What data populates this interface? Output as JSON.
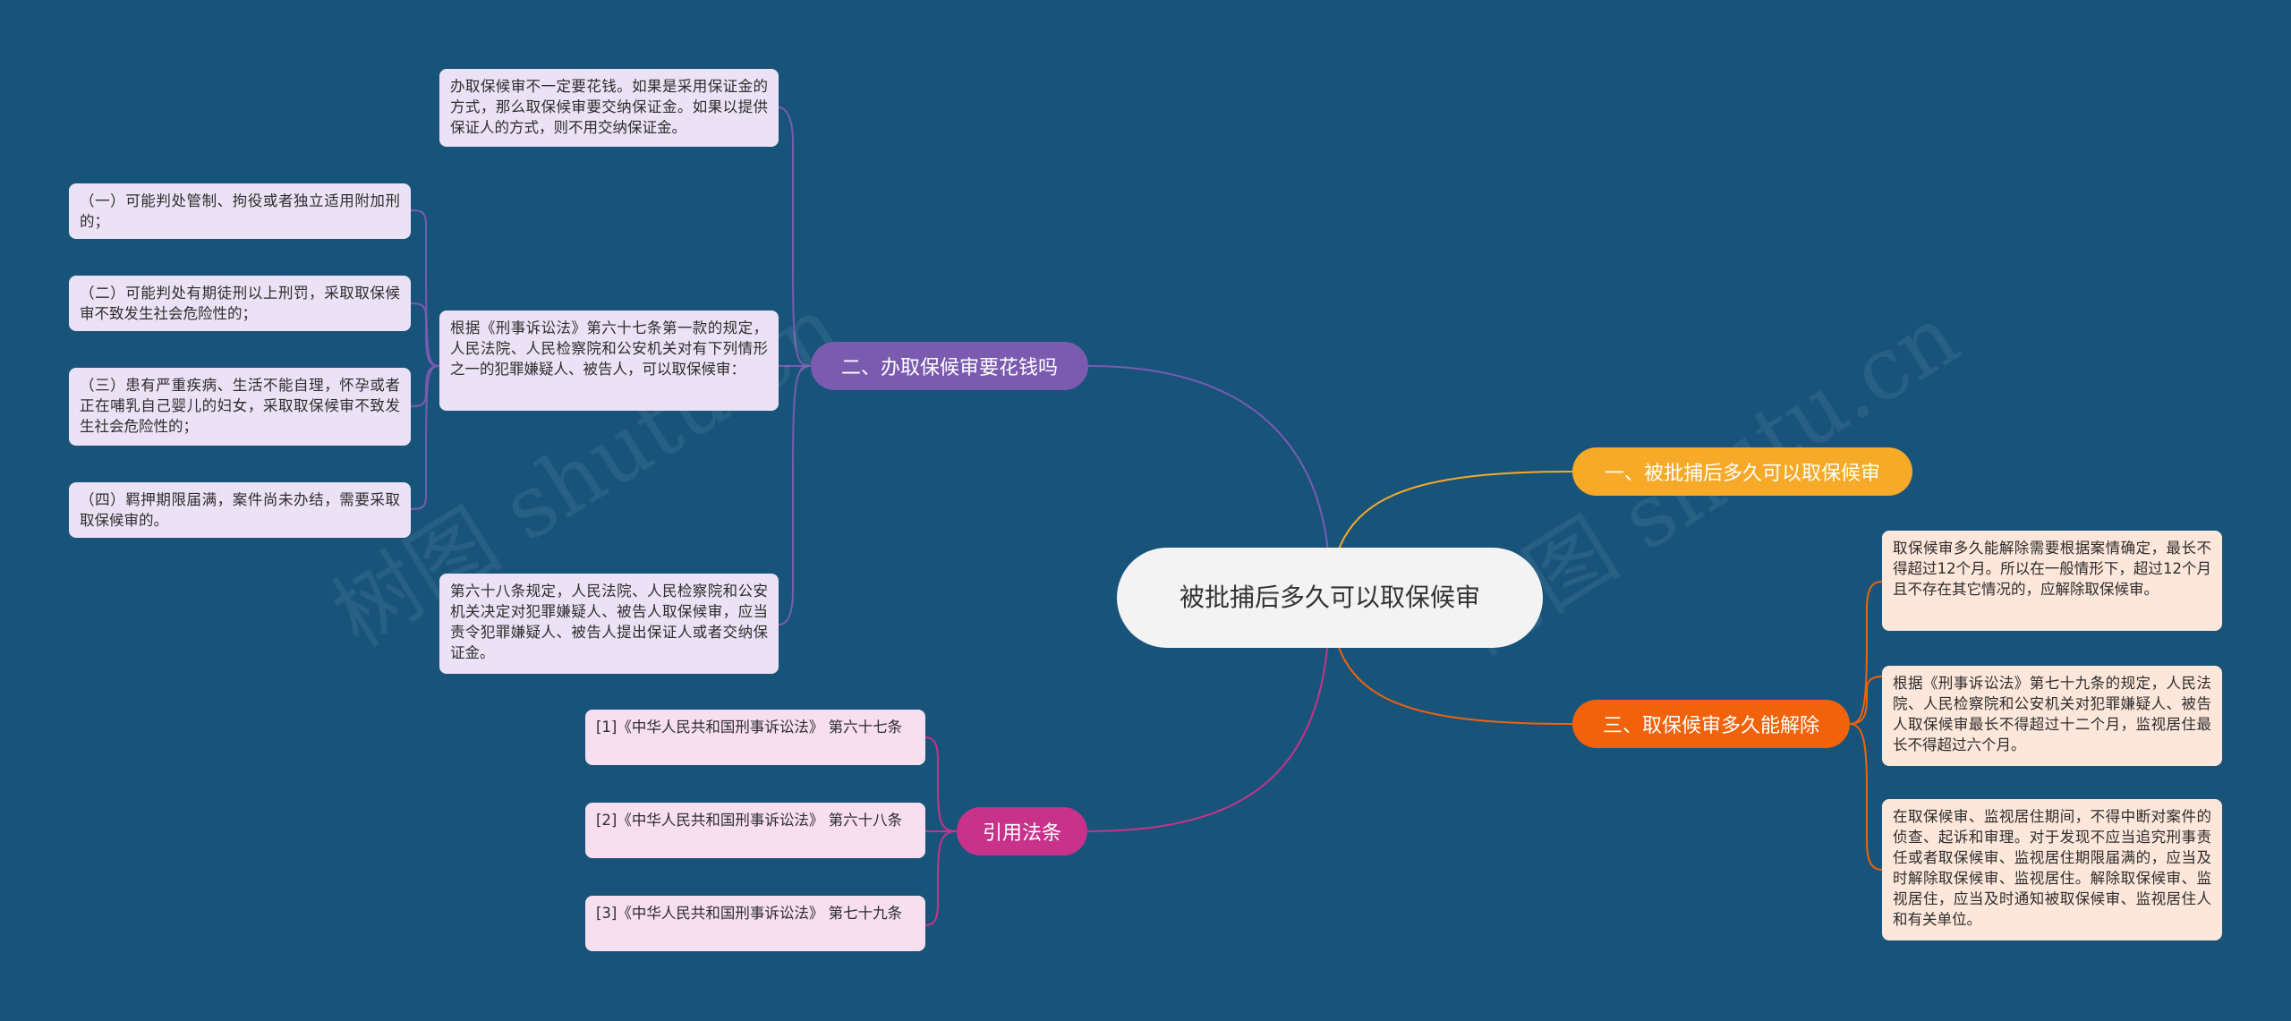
{
  "watermark": "树图 shutu.cn",
  "root": {
    "title": "被批捕后多久可以取保候审"
  },
  "branches": {
    "b1": {
      "label": "一、被批捕后多久可以取保候审",
      "color": "#f7a928"
    },
    "b2": {
      "label": "二、办取保候审要花钱吗",
      "color": "#7a5bb0"
    },
    "b3": {
      "label": "三、取保候审多久能解除",
      "color": "#f2620a"
    },
    "b4": {
      "label": "引用法条",
      "color": "#c9328b"
    }
  },
  "b2_children": {
    "cost": "办取保候审不一定要花钱。如果是采用保证金的方式，那么取保候审要交纳保证金。如果以提供保证人的方式，则不用交纳保证金。",
    "art67": "根据《刑事诉讼法》第六十七条第一款的规定，人民法院、人民检察院和公安机关对有下列情形之一的犯罪嫌疑人、被告人，可以取保候审：",
    "art68": "第六十八条规定，人民法院、人民检察院和公安机关决定对犯罪嫌疑人、被告人取保候审，应当责令犯罪嫌疑人、被告人提出保证人或者交纳保证金。"
  },
  "art67_items": [
    "（一）可能判处管制、拘役或者独立适用附加刑的；",
    "（二）可能判处有期徒刑以上刑罚，采取取保候审不致发生社会危险性的；",
    "（三）患有严重疾病、生活不能自理，怀孕或者正在哺乳自己婴儿的妇女，采取取保候审不致发生社会危险性的；",
    "（四）羁押期限届满，案件尚未办结，需要采取取保候审的。"
  ],
  "b3_children": [
    "取保候审多久能解除需要根据案情确定，最长不得超过12个月。所以在一般情形下，超过12个月且不存在其它情况的，应解除取保候审。",
    "根据《刑事诉讼法》第七十九条的规定，人民法院、人民检察院和公安机关对犯罪嫌疑人、被告人取保候审最长不得超过十二个月，监视居住最长不得超过六个月。",
    "在取保候审、监视居住期间，不得中断对案件的侦查、起诉和审理。对于发现不应当追究刑事责任或者取保候审、监视居住期限届满的，应当及时解除取保候审、监视居住。解除取保候审、监视居住，应当及时通知被取保候审、监视居住人和有关单位。"
  ],
  "b4_children": [
    "[1]《中华人民共和国刑事诉讼法》 第六十七条",
    "[2]《中华人民共和国刑事诉讼法》 第六十八条",
    "[3]《中华人民共和国刑事诉讼法》 第七十九条"
  ]
}
